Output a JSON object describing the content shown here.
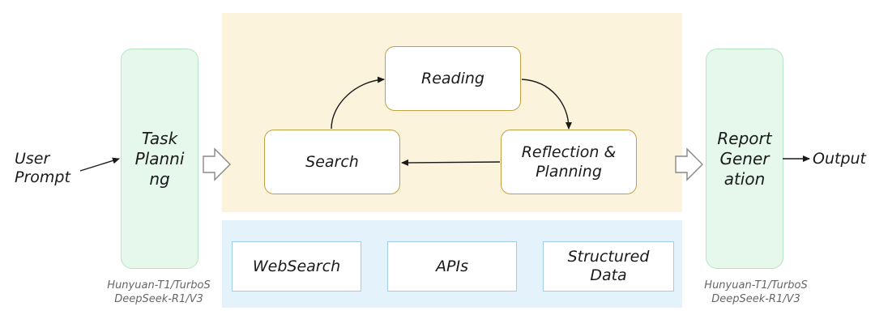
{
  "input": {
    "line1": "User",
    "line2": "Prompt"
  },
  "task_planning": {
    "line1": "Task",
    "line2": "Planni",
    "line3": "ng"
  },
  "loop": {
    "reading": "Reading",
    "search": "Search",
    "reflection_line1": "Reflection &",
    "reflection_line2": "Planning"
  },
  "tools": {
    "websearch": "WebSearch",
    "apis": "APIs",
    "structured_line1": "Structured",
    "structured_line2": "Data"
  },
  "report_generation": {
    "line1": "Report",
    "line2": "Gener",
    "line3": "ation"
  },
  "output": {
    "label": "Output"
  },
  "models_left": {
    "line1": "Hunyuan-T1/TurboS",
    "line2": "DeepSeek-R1/V3"
  },
  "models_right": {
    "line1": "Hunyuan-T1/TurboS",
    "line2": "DeepSeek-R1/V3"
  },
  "colors": {
    "loop_panel": "#fcf3dc",
    "tools_panel": "#e4f3fb",
    "stage_pill": "#e6f7ec",
    "node_border": "#c0a040"
  }
}
